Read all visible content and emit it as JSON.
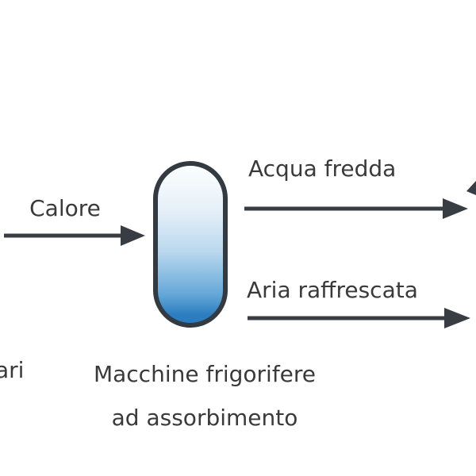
{
  "diagram": {
    "type": "energy-flow-diagram",
    "background": "#ffffff",
    "node": {
      "shape": "vertical-pill-gradient",
      "caption_line1": "Macchine frigorifere",
      "caption_line2": "ad assorbimento"
    },
    "input_arrow": {
      "label": "Calore",
      "direction": "right"
    },
    "output_arrows": [
      {
        "label": "Acqua fredda",
        "direction": "right"
      },
      {
        "label": "Aria raffrescata",
        "direction": "right"
      }
    ],
    "cropped_left_label": "ari",
    "colors": {
      "text": "#3a3a3a",
      "arrow": "#383d44",
      "capsule_outline": "#333a41",
      "capsule_top": "#fcfeff",
      "capsule_bottom": "#2b7dc0"
    }
  }
}
